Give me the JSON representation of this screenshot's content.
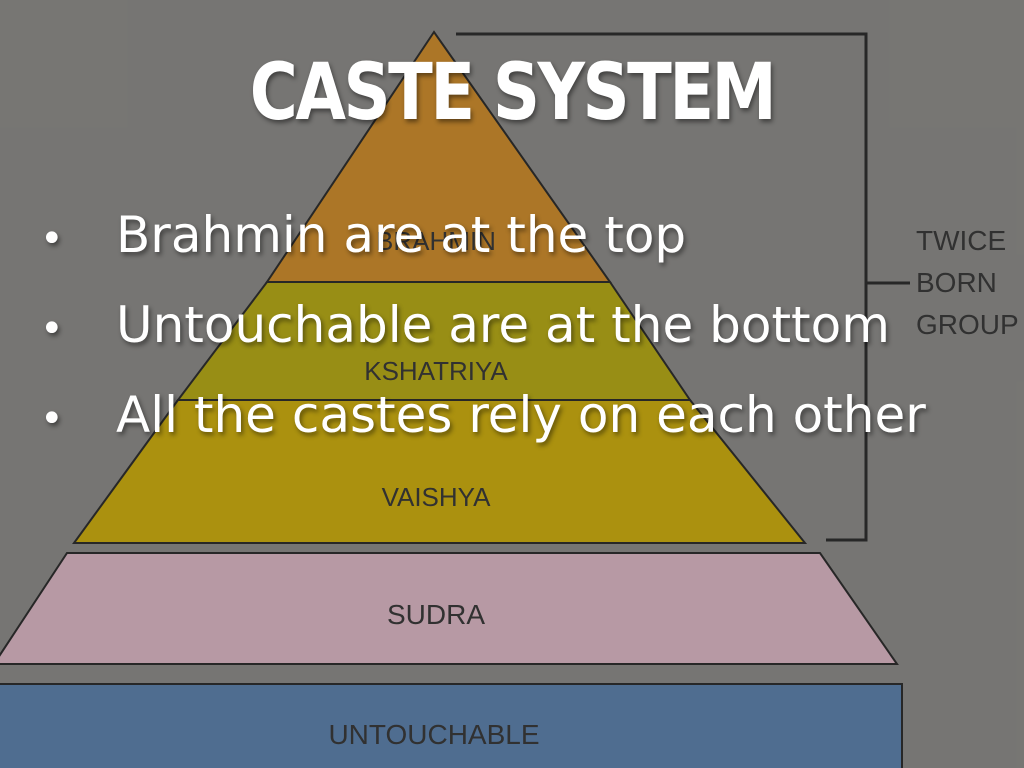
{
  "slide": {
    "title": "CASTE SYSTEM",
    "bullets": [
      "Brahmin are at the top",
      "Untouchable are at the bottom",
      "All the castes rely on each other"
    ],
    "bullet_symbol": "•"
  },
  "diagram": {
    "tiers": [
      {
        "label": "BRAHMIN",
        "color": "#c98a2e"
      },
      {
        "label": "KSHATRIYA",
        "color": "#b2a619"
      },
      {
        "label": "VAISHYA",
        "color": "#c7a912"
      },
      {
        "label": "SUDRA",
        "color": "#d6b3bf"
      },
      {
        "label": "UNTOUCHABLE",
        "color": "#5c7fa8"
      }
    ],
    "bracket_label": [
      "TWICE",
      "BORN",
      "GROUP"
    ],
    "label_color": "#3a3a3a",
    "outline_color": "#2e2e2e"
  },
  "colors": {
    "background": "#8a8986",
    "text": "#ffffff"
  }
}
